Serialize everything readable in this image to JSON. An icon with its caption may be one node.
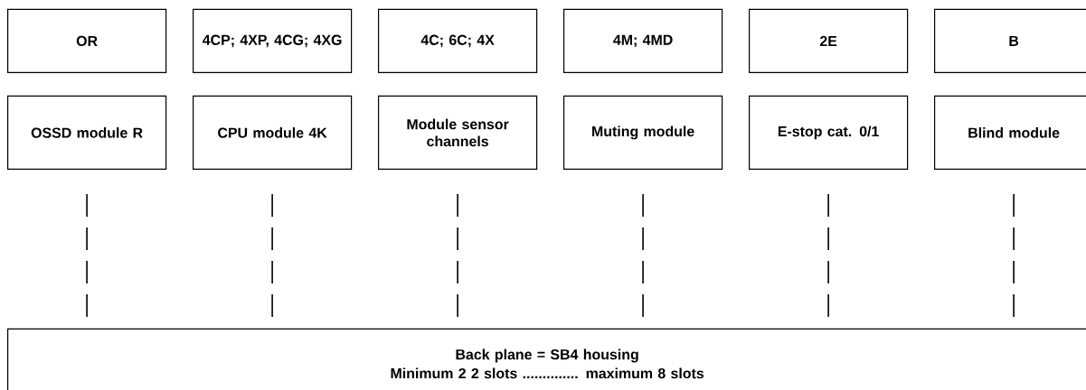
{
  "diagram": {
    "nodes": [
      {
        "text": [
          "OR"
        ]
      },
      {
        "text": [
          "4CP; 4XP, 4CG; 4XG"
        ]
      },
      {
        "text": [
          "4C; 6C; 4X"
        ]
      },
      {
        "text": [
          "4M; 4MD"
        ]
      },
      {
        "text": [
          "2E"
        ]
      },
      {
        "text": [
          "B"
        ]
      },
      {
        "text": [
          "OSSD module R"
        ]
      },
      {
        "text": [
          "CPU module 4K"
        ]
      },
      {
        "text": [
          "Module sensor channels"
        ]
      },
      {
        "text": [
          "Muting module"
        ]
      },
      {
        "text": [
          "E-stop cat. 0/1"
        ]
      },
      {
        "text": [
          "Blind module"
        ]
      },
      {
        "text": [
          "Back plane = SB4 housing",
          "Minimum 2 2 slots  .............. maximum 8 slots"
        ]
      }
    ],
    "edges": [
      {
        "from": 6,
        "to": 12,
        "arrow": "none",
        "style": "dashed"
      },
      {
        "from": 7,
        "to": 12,
        "arrow": "none",
        "style": "dashed"
      },
      {
        "from": 8,
        "to": 12,
        "arrow": "none",
        "style": "dashed"
      },
      {
        "from": 9,
        "to": 12,
        "arrow": "none",
        "style": "dashed"
      },
      {
        "from": 10,
        "to": 12,
        "arrow": "none",
        "style": "dashed"
      },
      {
        "from": 11,
        "to": 12,
        "arrow": "none",
        "style": "dashed"
      }
    ]
  }
}
